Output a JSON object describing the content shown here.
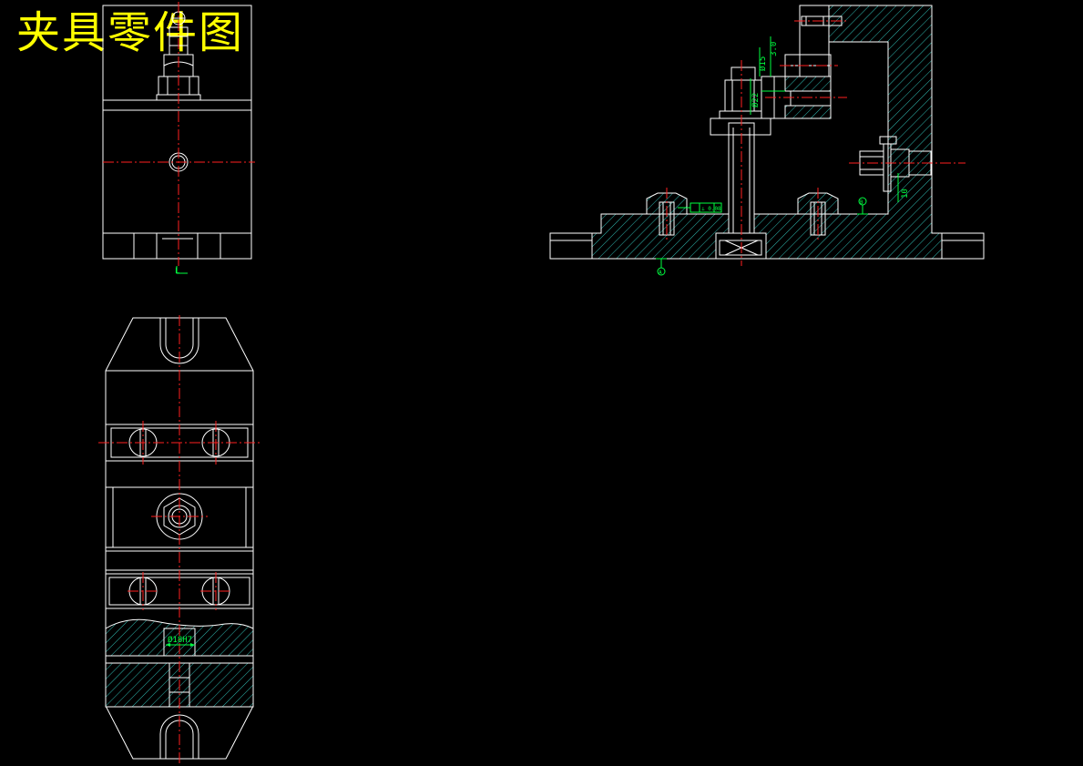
{
  "drawing": {
    "title": "夹具零件图",
    "colors": {
      "background": "#000000",
      "outline": "#ffffff",
      "centerline": "#ff2020",
      "dimension": "#00ff40",
      "hatch": "#2fb8b0",
      "title": "#ffff00"
    },
    "dimensions": {
      "dim_top_vertical_1": "3.0",
      "dim_top_vertical_2": "Ø15",
      "dim_mid_vertical": "Ø22",
      "dim_right_vertical": "10",
      "dim_bottom_bore": "Ø18H7",
      "geo_tolerance": "⊥ 0.08"
    },
    "datums": {
      "datum_a": "A",
      "datum_b": "B",
      "section_mark": "L"
    }
  }
}
